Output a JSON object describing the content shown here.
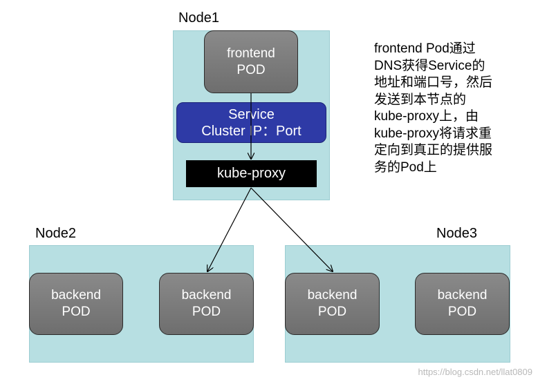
{
  "nodes": {
    "node1": "Node1",
    "node2": "Node2",
    "node3": "Node3"
  },
  "frontend_pod": [
    "frontend",
    "POD"
  ],
  "service": [
    "Service",
    "Cluster IP：Port"
  ],
  "kube_proxy": "kube-proxy",
  "backend_pod": [
    "backend",
    "POD"
  ],
  "description": [
    "frontend Pod通过",
    "DNS获得Service的",
    "地址和端口号，然后",
    "发送到本节点的",
    "kube-proxy上，由",
    "kube-proxy将请求重",
    "定向到真正的提供服",
    "务的Pod上"
  ],
  "watermark": "https://blog.csdn.net/llat0809"
}
